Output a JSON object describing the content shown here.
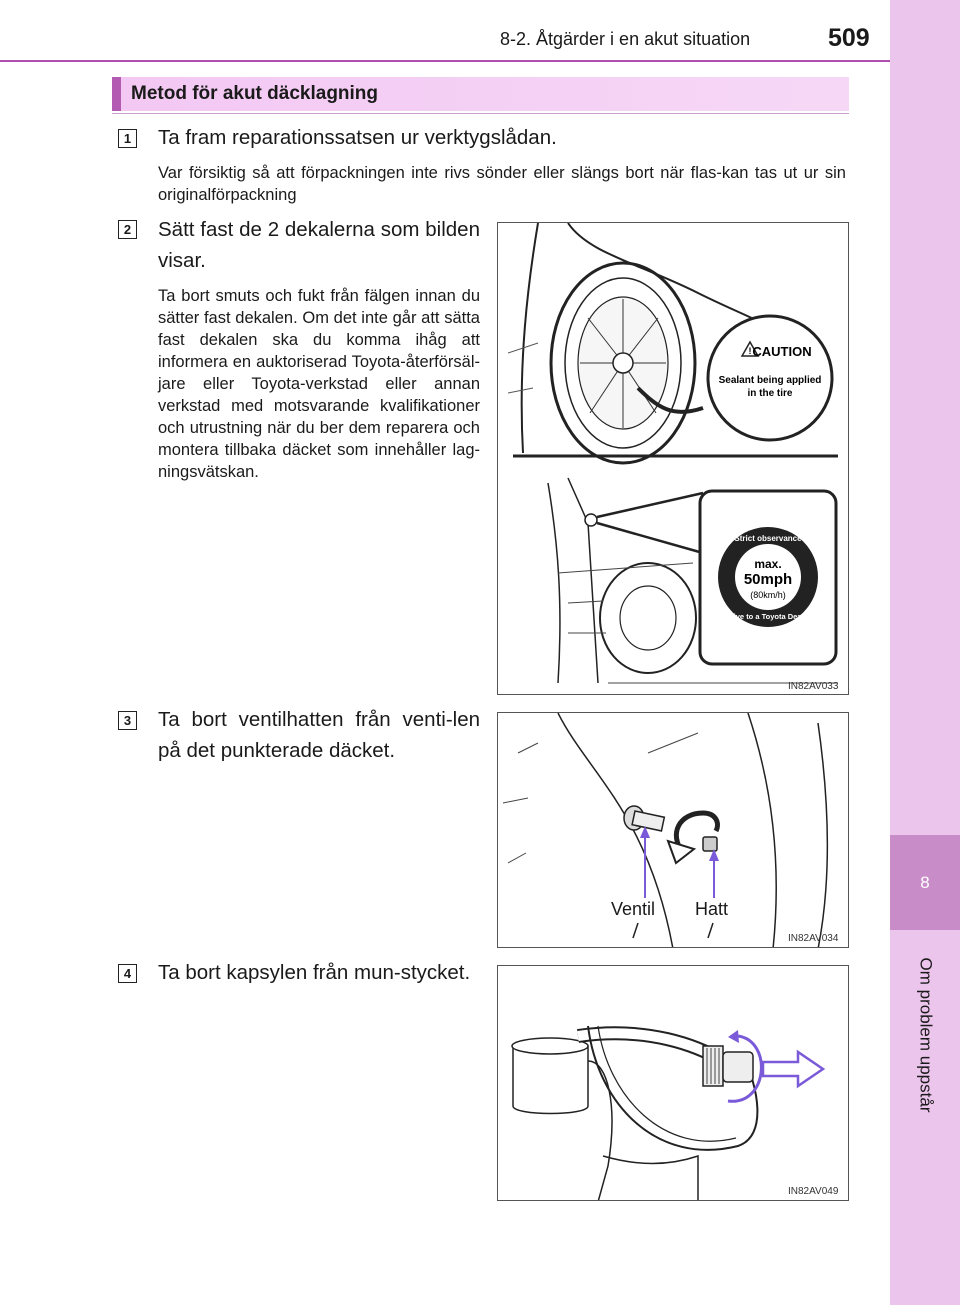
{
  "header": {
    "section": "8-2. Åtgärder i en akut situation",
    "page_number": "509"
  },
  "sidebar": {
    "chapter_number": "8",
    "chapter_title": "Om problem uppstår"
  },
  "section_title": "Metod för akut däcklagning",
  "steps": [
    {
      "num": "1",
      "text": "Ta fram reparationssatsen ur verktygslådan.",
      "note": "Var försiktig så att förpackningen inte rivs sönder eller slängs bort när flas-kan tas ut ur sin originalförpackning"
    },
    {
      "num": "2",
      "text": "Sätt fast de 2 dekalerna som bilden visar.",
      "note": "Ta bort smuts och fukt från fälgen innan du sätter fast dekalen. Om det inte går att sätta fast dekalen ska du komma ihåg att informera en auktoriserad Toyota-återförsäl-jare eller Toyota-verkstad eller annan verkstad med motsvarande kvalifikationer och utrustning när du ber dem reparera och montera tillbaka däcket som innehåller lag-ningsvätskan.",
      "figure_code": "IN82AV033",
      "caution_title": "CAUTION",
      "caution_line1": "Sealant being applied",
      "caution_line2": "in the tire",
      "speed_top": "Strict observance",
      "speed_max": "max.",
      "speed_mph": "50mph",
      "speed_kmh": "(80km/h)",
      "speed_bottom": "Drive to a Toyota Dealer"
    },
    {
      "num": "3",
      "text": "Ta bort ventilhatten från venti-len på det punkterade däcket.",
      "figure_code": "IN82AV034",
      "label_valve": "Ventil",
      "label_cap": "Hatt"
    },
    {
      "num": "4",
      "text": "Ta bort kapsylen från mun-stycket.",
      "figure_code": "IN82AV049"
    }
  ],
  "colors": {
    "sidebar": "#ecc5ec",
    "chapter_box": "#c88cc8",
    "accent": "#b35ab3",
    "arrow": "#7a5ad8"
  }
}
